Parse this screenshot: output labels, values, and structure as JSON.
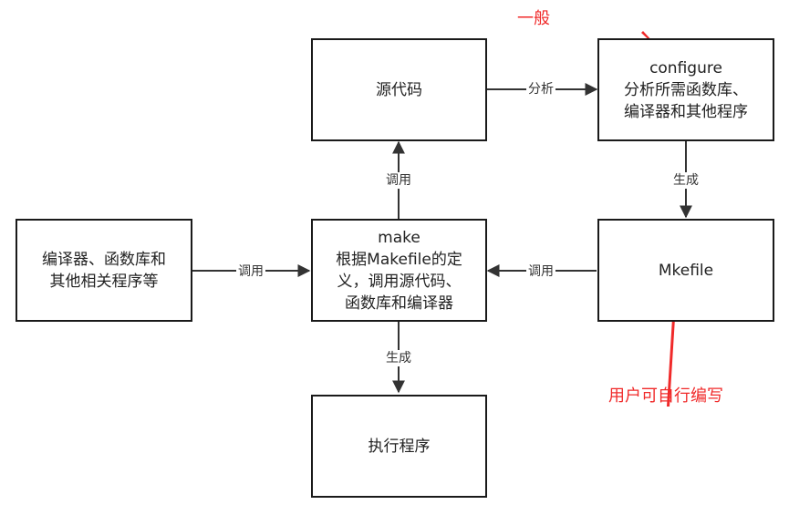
{
  "nodes": {
    "source": [
      "源代码"
    ],
    "configure": [
      "configure",
      "分析所需函数库、",
      "编译器和其他程序"
    ],
    "compiler": [
      "编译器、函数库和",
      "其他相关程序等"
    ],
    "make": [
      "make",
      "根据Makefile的定",
      "义，调用源代码、",
      "函数库和编译器"
    ],
    "mkefile": [
      "Mkefile"
    ],
    "exec": [
      "执行程序"
    ]
  },
  "edges": {
    "analyze": "分析",
    "call_source": "调用",
    "generate_makefile": "生成",
    "call_compiler": "调用",
    "call_makefile": "调用",
    "generate_exec": "生成"
  },
  "annotations": {
    "general": "一般",
    "user_written": "用户可自行编写"
  },
  "colors": {
    "annotation": "#f02a2a",
    "line": "#333333"
  }
}
